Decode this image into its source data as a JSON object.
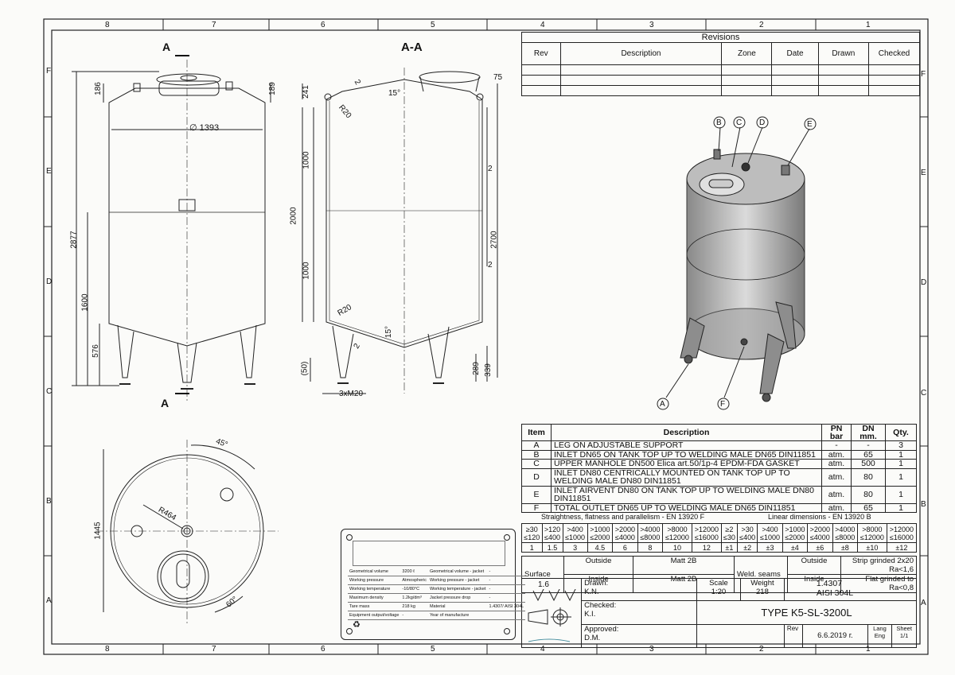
{
  "border": {
    "cols_top": [
      "8",
      "7",
      "6",
      "5",
      "4",
      "3",
      "2",
      "1"
    ],
    "cols_bottom": [
      "8",
      "7",
      "6",
      "5",
      "4",
      "3",
      "2",
      "1"
    ],
    "rows_left": [
      "F",
      "E",
      "D",
      "C",
      "B",
      "A"
    ],
    "rows_right": [
      "F",
      "E",
      "D",
      "C",
      "B",
      "A"
    ]
  },
  "revisions": {
    "title": "Revisions",
    "headers": [
      "Rev",
      "Description",
      "Zone",
      "Date",
      "Drawn",
      "Checked"
    ]
  },
  "views": {
    "section_title": "A-A",
    "section_mark": "A",
    "front_dims": {
      "d1": "186",
      "d2": "189",
      "dia": "∅ 1393",
      "h_total": "2877",
      "h_leg": "1600",
      "h_foot": "576"
    },
    "section_dims": {
      "top": "241",
      "w75": "75",
      "a15": "15°",
      "t2": "2",
      "r20": "R20",
      "h1000a": "1000",
      "h1000b": "1000",
      "h2000": "2000",
      "h2700": "2700",
      "s2a": "2",
      "s2b": "2",
      "r20b": "R20",
      "a15b": "15°",
      "b2": "2",
      "h50": "(50)",
      "h289": "289",
      "h339": "339",
      "m20": "3xM20"
    },
    "plan_dims": {
      "a45": "45°",
      "r464": "R464",
      "h1445": "1445",
      "a60": "60°"
    },
    "iso_labels": [
      "B",
      "C",
      "D",
      "E",
      "A",
      "F"
    ]
  },
  "items_table": {
    "headers": {
      "item": "Item",
      "description": "Description",
      "pn": "PN",
      "pn_unit": "bar",
      "dn": "DN",
      "dn_unit": "mm.",
      "qty": "Qty."
    },
    "rows": [
      {
        "item": "A",
        "description": "LEG ON ADJUSTABLE SUPPORT",
        "pn": "-",
        "dn": "-",
        "qty": "3"
      },
      {
        "item": "B",
        "description": "INLET DN65 ON TANK TOP UP TO WELDING MALE DN65 DIN11851",
        "pn": "atm.",
        "dn": "65",
        "qty": "1"
      },
      {
        "item": "C",
        "description": "UPPER MANHOLE DN500 Elica art.50/1p-4  EPDM-FDA GASKET",
        "pn": "atm.",
        "dn": "500",
        "qty": "1"
      },
      {
        "item": "D",
        "description": "INLET DN80 CENTRICALLY MOUNTED ON TANK TOP UP TO WELDING MALE DN80 DIN11851",
        "pn": "atm.",
        "dn": "80",
        "qty": "1"
      },
      {
        "item": "E",
        "description": "INLET AIRVENT DN80 ON TANK TOP UP TO WELDING MALE DN80 DIN11851",
        "pn": "atm.",
        "dn": "80",
        "qty": "1"
      },
      {
        "item": "F",
        "description": "TOTAL OUTLET DN65 UP TO WELDING MALE DN65 DIN11851",
        "pn": "atm.",
        "dn": "65",
        "qty": "1"
      }
    ]
  },
  "tolerances": {
    "left_title": "Straightness, flatness and parallelism - EN 13920 F",
    "right_title": "Linear dimensions - EN 13920 B",
    "left_ranges": [
      "≥30\n≤120",
      ">120\n≤400",
      ">400\n≤1000",
      ">1000\n≤2000",
      ">2000\n≤4000",
      ">4000\n≤8000",
      ">8000\n≤12000",
      ">12000\n≤16000"
    ],
    "left_values": [
      "1",
      "1.5",
      "3",
      "4.5",
      "6",
      "8",
      "10",
      "12"
    ],
    "right_ranges": [
      "≥2\n≤30",
      ">30\n≤400",
      ">400\n≤1000",
      ">1000\n≤2000",
      ">2000\n≤4000",
      ">4000\n≤8000",
      ">8000\n≤12000",
      ">12000\n≤16000"
    ],
    "right_values": [
      "±1",
      "±2",
      "±3",
      "±4",
      "±6",
      "±8",
      "±10",
      "±12"
    ]
  },
  "surface": {
    "label": "Surface",
    "outside": "Outside",
    "inside": "Inside",
    "outside_val": "Matt 2B",
    "inside_val": "Matt 2B",
    "weld_label": "Weld. seams",
    "weld_outside": "Outside",
    "weld_inside": "Inside",
    "weld_outside_val": "Strip grinded 2x20 Ra<1,6",
    "weld_inside_val": "Flat grinded to Ra<0,8"
  },
  "title_block": {
    "roughness": "1.6",
    "drawn_label": "Drawn:",
    "drawn_by": "K.N.",
    "checked_label": "Checked:",
    "checked_by": "K.I.",
    "approved_label": "Approved:",
    "approved_by": "D.M.",
    "scale_label": "Scale",
    "scale": "1:20",
    "weight_label": "Weight",
    "weight": "218",
    "material": "1.4307",
    "material2": "AISI 304L",
    "drawing_title": "TYPE K5-SL-3200L",
    "rev_label": "Rev",
    "date": "6.6.2019 г.",
    "lang_label": "Lang",
    "lang": "Eng",
    "sheet_label": "Sheet",
    "sheet": "1/1"
  },
  "nameplate": {
    "rows": [
      {
        "k1": "Geometrical volume",
        "v1": "3200 ℓ",
        "k2": "Geometrical volume - jacket",
        "v2": "-"
      },
      {
        "k1": "Working pressure",
        "v1": "Atmospheric",
        "k2": "Working pressure - jacket",
        "v2": "-"
      },
      {
        "k1": "Working temperature",
        "v1": "-10/80°C",
        "k2": "Working temperature - jacket",
        "v2": "-"
      },
      {
        "k1": "Maximum density",
        "v1": "1.2kg/dm³",
        "k2": "Jacket pressure drop",
        "v2": "-"
      },
      {
        "k1": "Tare mass",
        "v1": "218  kg",
        "k2": "Material",
        "v2": "1.4307/ AISI 304L"
      },
      {
        "k1": "Equipment output/voltage",
        "v1": "-",
        "k2": "Year of manufacture",
        "v2": ""
      }
    ]
  }
}
